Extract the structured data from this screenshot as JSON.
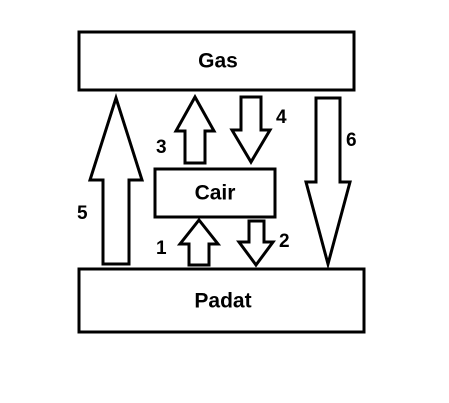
{
  "states": {
    "gas": "Gas",
    "liquid": "Cair",
    "solid": "Padat"
  },
  "transitions": [
    {
      "number": "1",
      "from": "Padat",
      "to": "Cair"
    },
    {
      "number": "2",
      "from": "Cair",
      "to": "Padat"
    },
    {
      "number": "3",
      "from": "Cair",
      "to": "Gas"
    },
    {
      "number": "4",
      "from": "Gas",
      "to": "Cair"
    },
    {
      "number": "5",
      "from": "Padat",
      "to": "Gas"
    },
    {
      "number": "6",
      "from": "Gas",
      "to": "Padat"
    }
  ]
}
